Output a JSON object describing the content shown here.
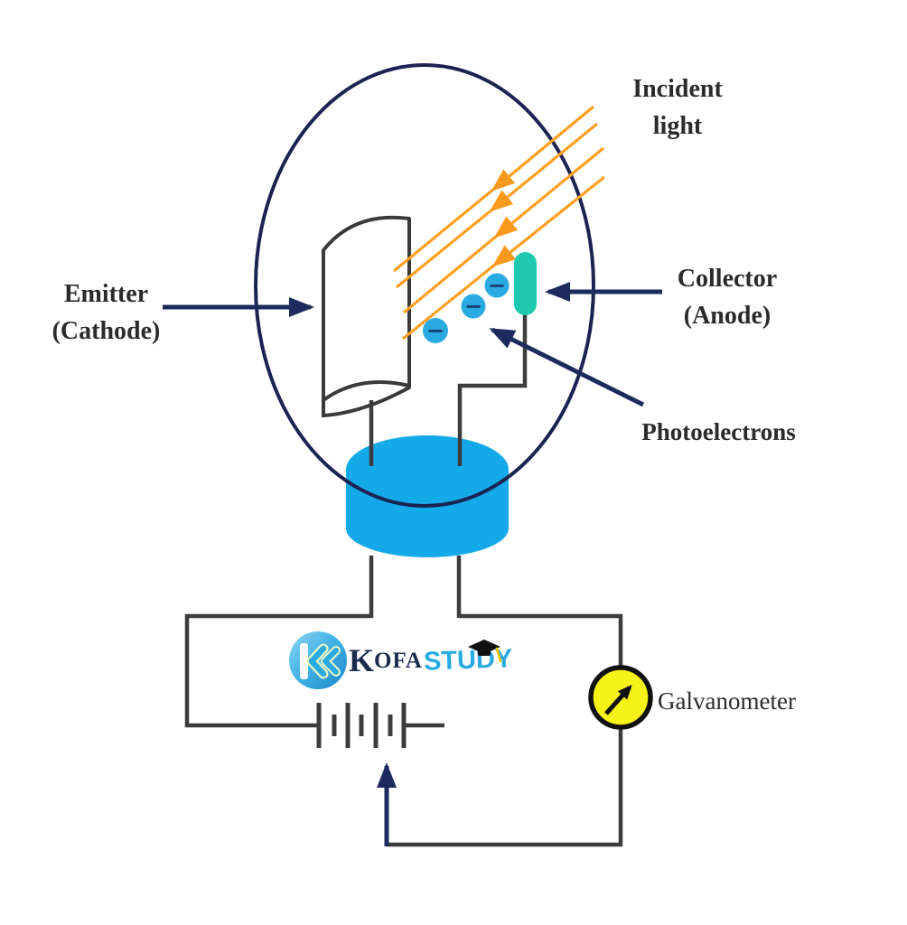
{
  "diagram": {
    "title_labels": {
      "incident_light_line1": "Incident",
      "incident_light_line2": "light",
      "emitter_line1": "Emitter",
      "emitter_line2": "(Cathode)",
      "collector_line1": "Collector",
      "collector_line2": "(Anode)",
      "photoelectrons": "Photoelectrons",
      "galvanometer": "Galvanometer"
    },
    "electron_symbol": "−",
    "electron_count": 3,
    "light_ray_count": 4,
    "colors": {
      "navy_arrow": "#1c2a5e",
      "tube_outline": "#1a2351",
      "wire_gray": "#3d3d3d",
      "ray_orange": "#ffa023",
      "ray_arrowhead_orange": "#f9991d",
      "electron_blue": "#29abe2",
      "bulb_base_blue": "#14a9e9",
      "collector_teal": "#1fc9af",
      "galvanometer_yellow": "#f7f218",
      "label_text": "#2b2b2b"
    }
  },
  "logo": {
    "initial": "K",
    "rest": "OFA",
    "study": "STUDY",
    "kofa_color": "#1b2b4e",
    "study_color": "#29abe2"
  }
}
